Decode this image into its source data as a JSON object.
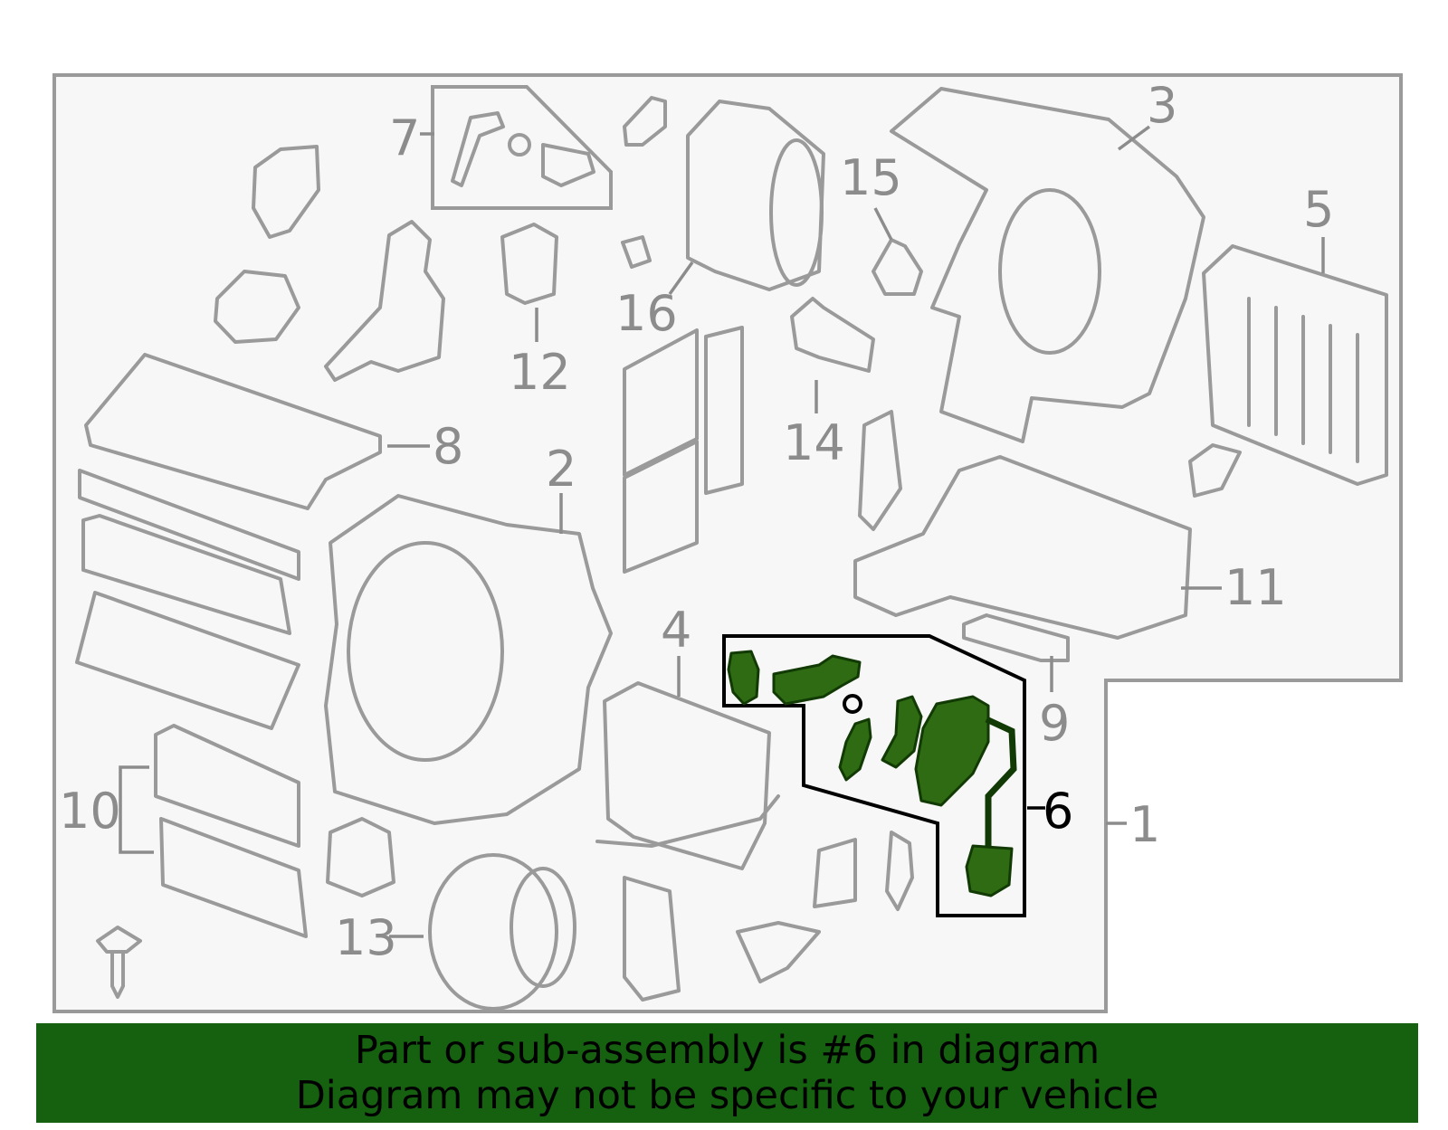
{
  "callouts": {
    "c1": "1",
    "c2": "2",
    "c3": "3",
    "c4": "4",
    "c5": "5",
    "c6": "6",
    "c7": "7",
    "c8": "8",
    "c9": "9",
    "c10": "10",
    "c11": "11",
    "c12": "12",
    "c13": "13",
    "c14": "14",
    "c15": "15",
    "c16": "16"
  },
  "highlighted_part": "6",
  "colors": {
    "highlight": "#2e6b12",
    "banner": "#156110",
    "outline": "#9a9a9a"
  },
  "banner": {
    "line1": "Part or sub-assembly is #6 in diagram",
    "line2": "Diagram may not be specific to your vehicle"
  }
}
